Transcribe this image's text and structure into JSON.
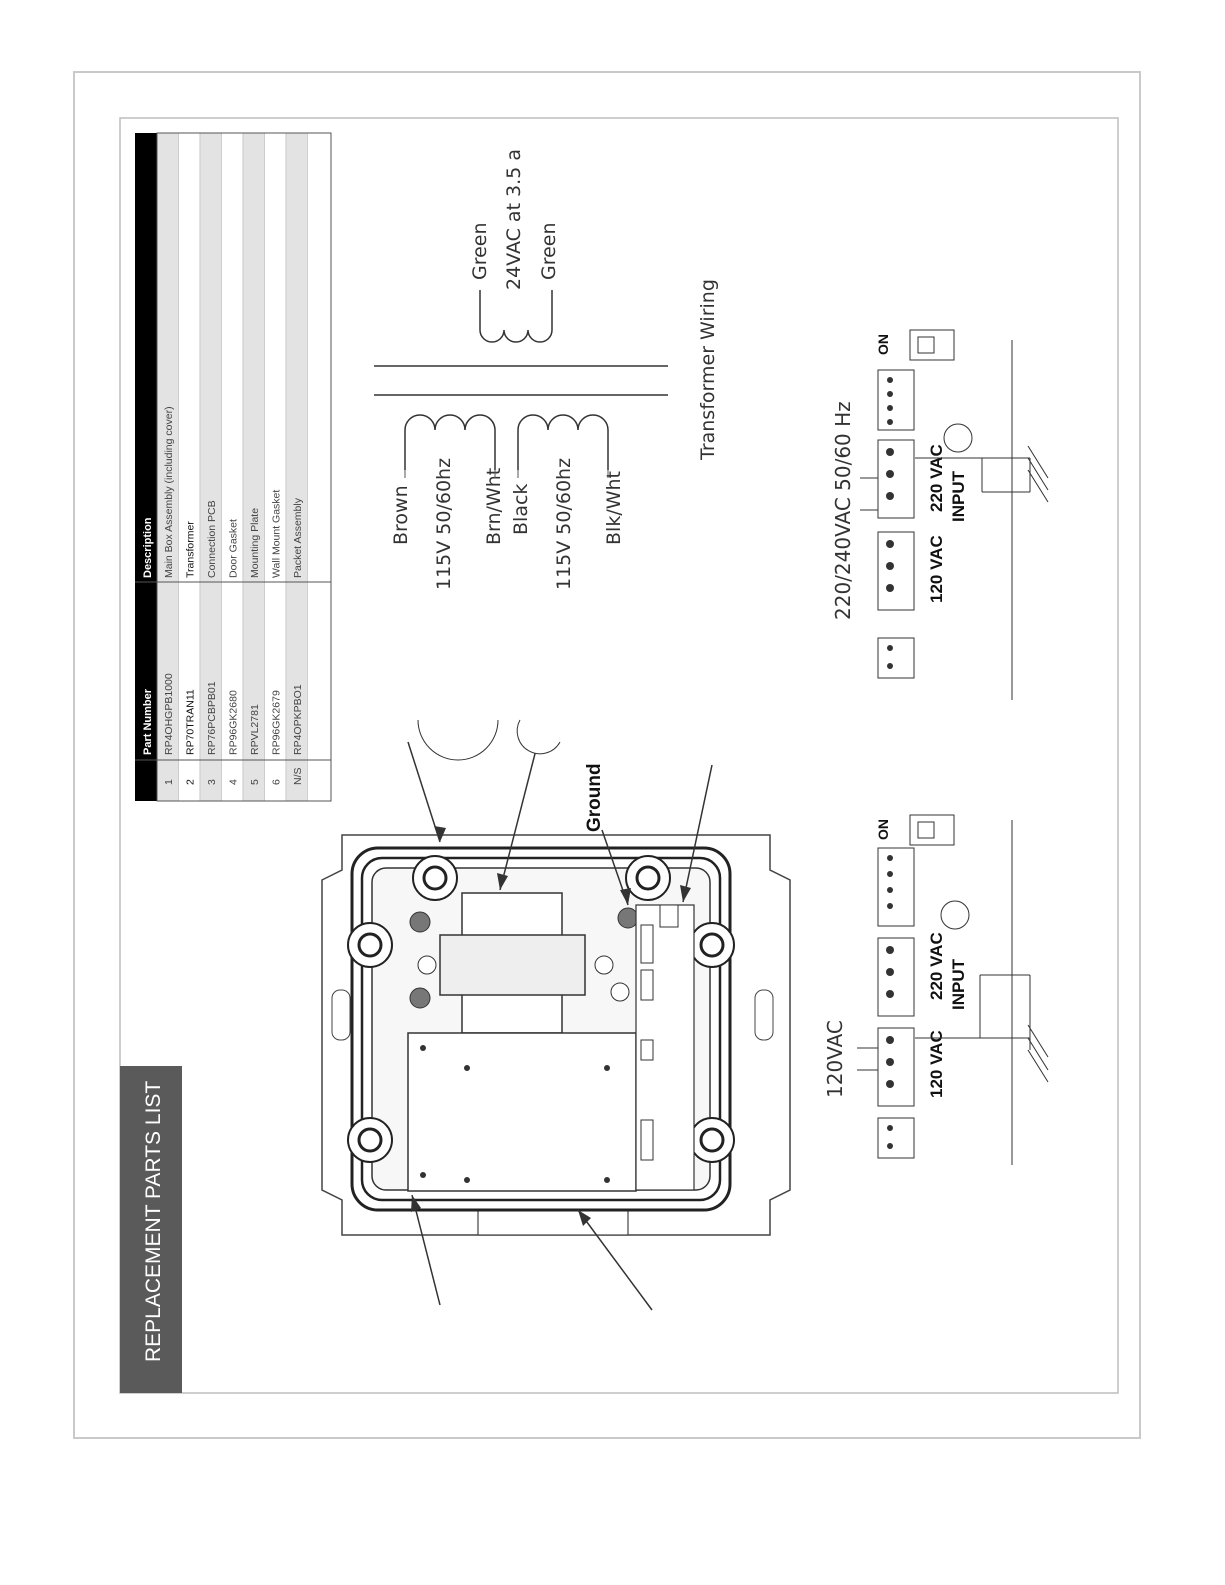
{
  "page": {
    "section_title": "REPLACEMENT PARTS LIST"
  },
  "parts_table": {
    "headers": [
      "",
      "Part Number",
      "Description"
    ],
    "rows": [
      {
        "item": "1",
        "part_number": "RP4OHGPB1000",
        "description": "Main Box Assembly (including cover)"
      },
      {
        "item": "2",
        "part_number": "RP70TRAN11",
        "description": "Transformer"
      },
      {
        "item": "3",
        "part_number": "RP76PCBPB01",
        "description": "Connection PCB"
      },
      {
        "item": "4",
        "part_number": "RP96GK2680",
        "description": "Door Gasket"
      },
      {
        "item": "5",
        "part_number": "RPVL2781",
        "description": "Mounting Plate"
      },
      {
        "item": "6",
        "part_number": "RP96GK2679",
        "description": "Wall Mount Gasket"
      },
      {
        "item": "N/S",
        "part_number": "RP4OPKPBO1",
        "description": "Packet Assembly"
      }
    ]
  },
  "transformer": {
    "title": "Transformer Wiring",
    "primary_1": {
      "top": "Brown",
      "rating": "115V 50/60hz",
      "bottom": "Brn/Wht"
    },
    "primary_2": {
      "top": "Black",
      "rating": "115V 50/60hz",
      "bottom": "Blk/Wht"
    },
    "secondary": {
      "top": "Green",
      "rating": "24VAC at 3.5 a",
      "bottom": "Green"
    }
  },
  "assembly": {
    "ground_label": "Ground"
  },
  "wiring_120": {
    "title": "120VAC",
    "left_label": "120 VAC",
    "right_label": "220 VAC",
    "input_label": "INPUT",
    "switch_label": "ON"
  },
  "wiring_220": {
    "title": "220/240VAC 50/60 Hz",
    "left_label": "120 VAC",
    "right_label": "220 VAC",
    "input_label": "INPUT",
    "switch_label": "ON"
  }
}
